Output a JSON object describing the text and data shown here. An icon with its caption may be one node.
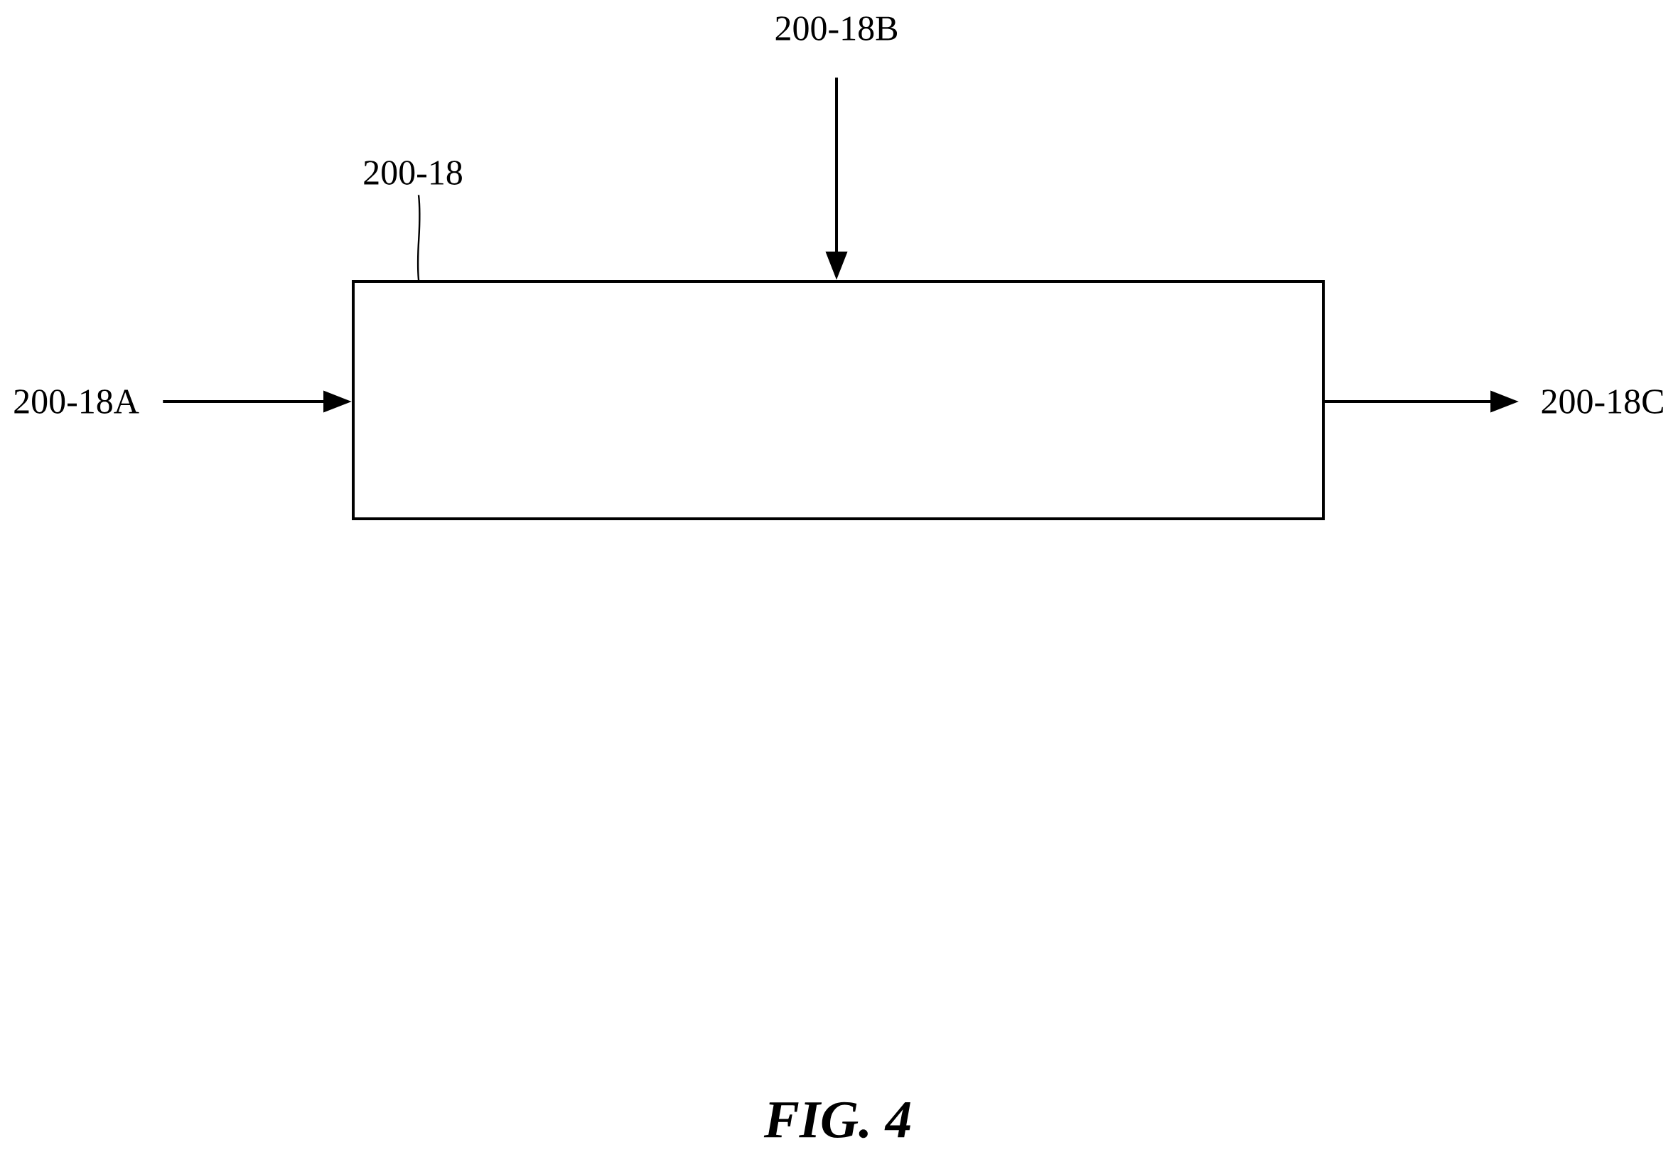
{
  "diagram": {
    "caption": "FIG. 4",
    "nodes": [
      {
        "text": [
          "200-18B"
        ]
      },
      {
        "text": [
          "200-18"
        ]
      },
      {
        "text": [
          "200-18A"
        ]
      },
      {
        "text": [],
        "shape": "box"
      },
      {
        "text": [
          "200-18C"
        ]
      }
    ],
    "edges": [
      {
        "from": 0,
        "to": 3,
        "arrow": "to"
      },
      {
        "from": 1,
        "to": 3,
        "arrow": "none"
      },
      {
        "from": 2,
        "to": 3,
        "arrow": "to"
      },
      {
        "from": 3,
        "to": 4,
        "arrow": "to"
      }
    ]
  }
}
